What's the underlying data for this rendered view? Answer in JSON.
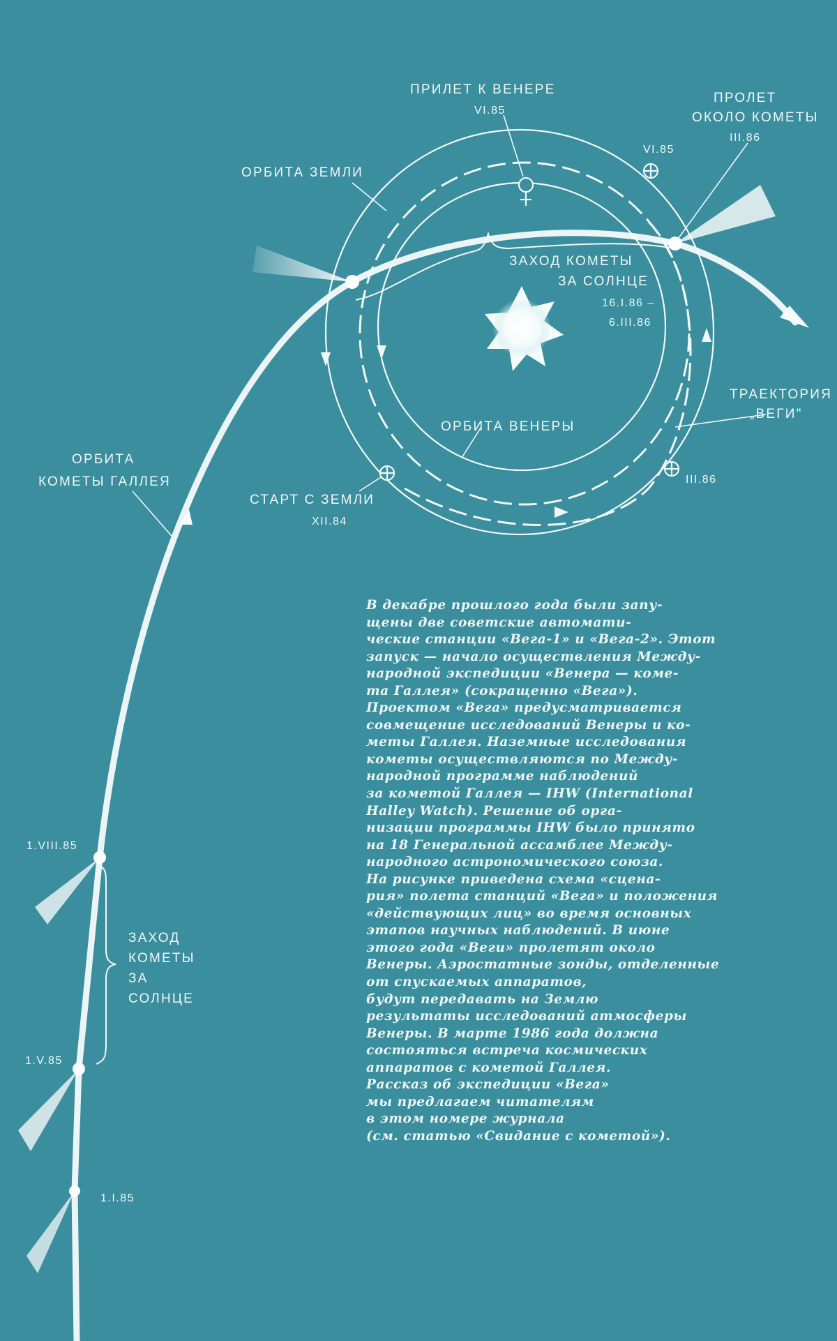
{
  "colors": {
    "background": "#3a8e9d",
    "ink": "#f2f8f8"
  },
  "labels": {
    "venus_arrival": "ПРИЛЕТ К ВЕНЕРЕ",
    "venus_arrival_date": "VI.85",
    "comet_flyby_1": "ПРОЛЕТ",
    "comet_flyby_2": "ОКОЛО КОМЕТЫ",
    "comet_flyby_date": "III.86",
    "earth_vi85": "VI.85",
    "earth_orbit": "ОРБИТА ЗЕМЛИ",
    "comet_behind_sun_1": "ЗАХОД КОМЕТЫ",
    "comet_behind_sun_2": "ЗА СОЛНЦЕ",
    "comet_behind_sun_date1": "16.I.86 –",
    "comet_behind_sun_date2": "6.III.86",
    "vega_trajectory_1": "ТРАЕКТОРИЯ",
    "vega_trajectory_2": "„ВЕГИ\"",
    "venus_orbit": "ОРБИТА ВЕНЕРЫ",
    "earth_iii86": "III.86",
    "launch": "СТАРТ С ЗЕМЛИ",
    "launch_date": "XII.84",
    "halley_orbit_1": "ОРБИТА",
    "halley_orbit_2": "КОМЕТЫ ГАЛЛЕЯ",
    "date_1viii85": "1.VIII.85",
    "behind_sun_1985_1": "ЗАХОД",
    "behind_sun_1985_2": "КОМЕТЫ",
    "behind_sun_1985_3": "ЗА",
    "behind_sun_1985_4": "СОЛНЦЕ",
    "date_1v85": "1.V.85",
    "date_1i85": "1.I.85"
  },
  "paragraph": [
    "В декабре прошлого года были запу-",
    "щены две советские автомати-",
    "ческие станции «Вега-1» и «Вега-2». Этот",
    "запуск — начало осуществления Между-",
    "народной экспедиции «Венера — коме-",
    "та Галлея» (сокращенно «Вега»).",
    "Проектом «Вега» предусматривается",
    "совмещение исследований Венеры и ко-",
    "меты Галлея. Наземные исследования",
    "кометы осуществляются по Между-",
    "народной программе наблюдений",
    "за кометой Галлея — IHW (International",
    "Halley Watch). Решение об орга-",
    "низации программы IHW было принято",
    "на 18 Генеральной ассамблее Между-",
    "народного астрономического союза.",
    "На рисунке приведена схема «сцена-",
    "рия» полета станций «Вега» и положения",
    "«действующих лиц» во время основных",
    "этапов научных наблюдений. В июне",
    "этого года «Веги» пролетят около",
    "Венеры. Аэростатные зонды, отделенные",
    "от спускаемых аппаратов,",
    "будут передавать на Землю",
    "результаты исследований атмосферы",
    "Венеры. В марте 1986 года должна",
    "состояться встреча космических",
    "аппаратов с кометой Галлея.",
    "Рассказ об экспедиции «Вега»",
    "мы предлагаем читателям",
    "в этом номере журнала",
    "(см. статью «Свидание с кометой»)."
  ]
}
